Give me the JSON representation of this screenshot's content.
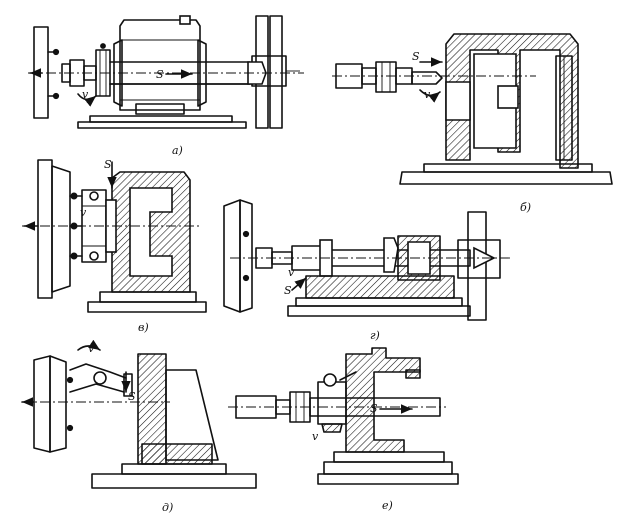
{
  "figure": {
    "panels": [
      {
        "id": "a",
        "caption": "а)",
        "labels": {
          "feed": "S",
          "speed": "v"
        }
      },
      {
        "id": "b",
        "caption": "б)",
        "labels": {
          "feed": "S",
          "speed": "v"
        }
      },
      {
        "id": "v",
        "caption": "в)",
        "labels": {
          "feed": "S",
          "speed": "v"
        }
      },
      {
        "id": "g",
        "caption": "г)",
        "labels": {
          "feed": "S",
          "speed": "v"
        }
      },
      {
        "id": "d",
        "caption": "д)",
        "labels": {
          "feed": "S",
          "speed": "v"
        }
      },
      {
        "id": "e",
        "caption": "е)",
        "labels": {
          "feed": "S",
          "speed": "v"
        }
      }
    ]
  }
}
